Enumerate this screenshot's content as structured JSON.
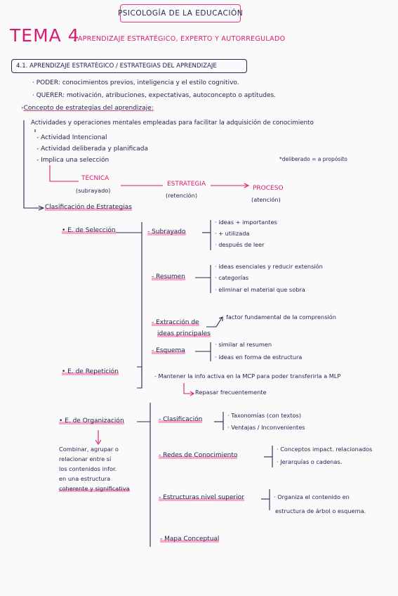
{
  "header": {
    "title": "PSICOLOGÍA DE LA EDUCACIÓN"
  },
  "tema": {
    "label": "TEMA 4",
    "subtitle": ": APRENDIZAJE ESTRATÉGICO, EXPERTO Y AUTORREGULADO"
  },
  "section": {
    "title": "4.1. APRENDIZAJE ESTRATÉGICO / ESTRATEGIAS DEL APRENDIZAJE"
  },
  "intro": {
    "poder": "· PODER: conocimientos previos, inteligencia y el estilo cognitivo.",
    "querer": "· QUERER: motivación, atribuciones, expectativas, autoconcepto o aptitudes."
  },
  "concepto": {
    "title": "Concepto de estrategias del aprendizaje:",
    "def": "Actividades y operaciones mentales empleadas para facilitar la adquisición de conocimiento",
    "items": [
      "- Actividad Intencional",
      "- Actividad deliberada y planificada",
      "- Implica una selección"
    ],
    "note": "*deliberado = a propósito",
    "flow": {
      "tecnica": "TÉCNICA",
      "tecnica_ex": "(subrayado)",
      "estrategia": "ESTRATEGIA",
      "estrategia_ex": "(retención)",
      "proceso": "PROCESO",
      "proceso_ex": "(atención)"
    }
  },
  "clasificacion": {
    "title": "Clasificación de Estrategias",
    "seleccion": {
      "label": "• E. de Selección",
      "subrayado": {
        "label": "- Subrayado",
        "items": [
          "· ideas + importantes",
          "· + utilizada",
          "· después de leer"
        ]
      },
      "resumen": {
        "label": "- Resumen",
        "items": [
          "· ideas esenciales y reducir extensión",
          "· categorías",
          "· eliminar el material que sobra"
        ]
      },
      "extraccion": {
        "label1": "- Extracción de",
        "label2": "ideas principales",
        "item": "factor fundamental de la comprensión"
      },
      "esquema": {
        "label": "- Esquema",
        "items": [
          "· similar al resumen",
          "· ideas en forma de estructura"
        ]
      }
    },
    "repeticion": {
      "label": "• E. de Repetición",
      "mantener": "- Mantener la info activa en la MCP para poder transferirla a MLP",
      "repasar": "Repasar frecuentemente"
    },
    "organizacion": {
      "label": "• E. de Organización",
      "desc": [
        "Combinar, agrupar o",
        "relacionar entre sí",
        "los contenidos infor.",
        "en una estructura",
        "coherente y significativa"
      ],
      "clasif": {
        "label": "- Clasificación",
        "items": [
          "· Taxonomías (con textos)",
          "· Ventajas / Inconvenientes"
        ]
      },
      "redes": {
        "label": "- Redes de Conocimiento",
        "items": [
          "· Conceptos impact. relacionados",
          "· Jerarquías o cadenas."
        ]
      },
      "estructuras": {
        "label": "- Estructuras nivel superior",
        "items": [
          "· Organiza el contenido en",
          "estructura de árbol o esquema."
        ]
      },
      "mapa": {
        "label": "- Mapa Conceptual"
      }
    }
  }
}
